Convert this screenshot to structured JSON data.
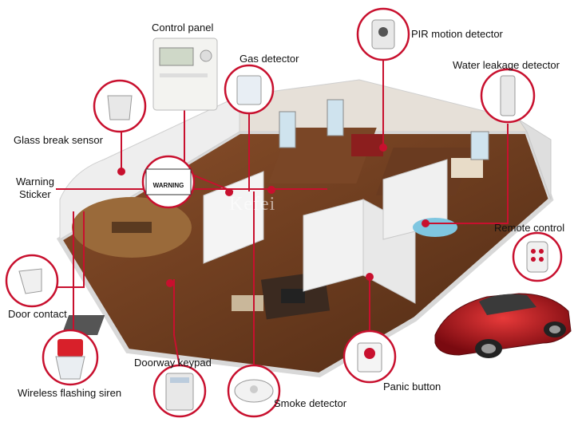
{
  "labels": {
    "control_panel": "Control panel",
    "gas_detector": "Gas detector",
    "pir_motion_detector": "PIR motion detector",
    "water_leakage_detector": "Water leakage detector",
    "glass_break_sensor": "Glass break sensor",
    "warning_sticker_line1": "Warning",
    "warning_sticker_line2": "Sticker",
    "remote_control": "Remote control",
    "door_contact": "Door contact",
    "doorway_keypad": "Doorway keypad",
    "wireless_flashing_siren": "Wireless flashing siren",
    "panic_button": "Panic button",
    "smoke_detector": "Smoke detector"
  },
  "sticker_text": "WARNING",
  "watermark": "Kefei",
  "colors": {
    "callout_red": "#c8102e",
    "floor_brown": "#6b3a1f",
    "wall_white": "#f2f2f2",
    "car_red": "#b0121c"
  }
}
